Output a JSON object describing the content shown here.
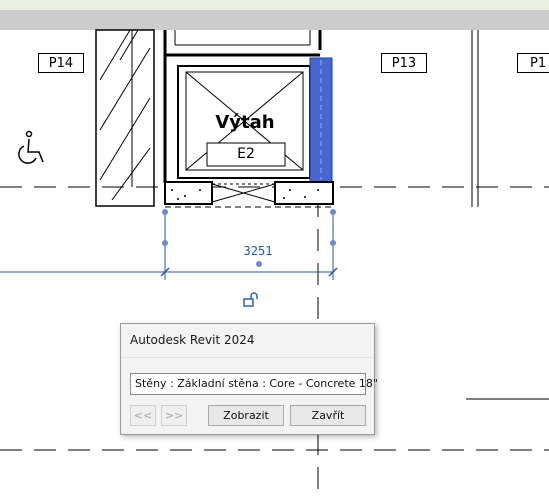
{
  "tags": {
    "left": "P14",
    "middle": "P13",
    "right": "P1"
  },
  "elevator": {
    "title": "Výtah",
    "code": "E2"
  },
  "dimension": {
    "value": "3251"
  },
  "dialog": {
    "title": "Autodesk Revit 2024",
    "field_value": "Stěny : Základní stěna : Core - Concrete 18\"",
    "prev_label": "<<",
    "next_label": ">>",
    "show_label": "Zobrazit",
    "close_label": "Zavřít"
  },
  "colors": {
    "selection": "#3f5fc8",
    "dimension": "#2255bb",
    "dialog_bg": "#f3f3f3"
  },
  "icons": {
    "accessibility": "wheelchair-icon",
    "lock": "lock-icon"
  }
}
